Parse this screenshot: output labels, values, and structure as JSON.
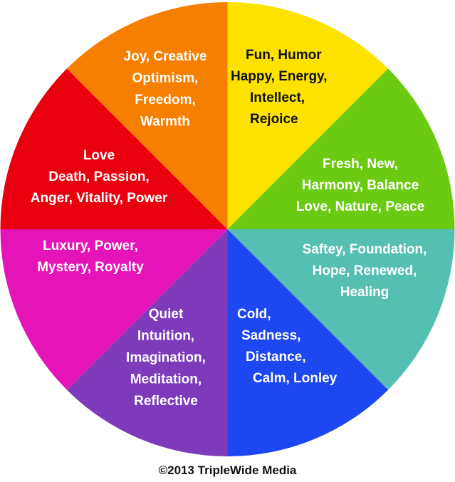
{
  "segments": [
    {
      "id": "yellow",
      "color": "#fde200",
      "text_color": "#111111",
      "lines": [
        "Fun, Humor",
        "Happy, Energy,",
        "Intellect,",
        "Rejoice"
      ]
    },
    {
      "id": "green",
      "color": "#6acb12",
      "text_color": "#ffffff",
      "lines": [
        "Fresh, New,",
        "Harmony, Balance",
        "Love, Nature, Peace"
      ]
    },
    {
      "id": "teal",
      "color": "#55bfb1",
      "text_color": "#ffffff",
      "lines": [
        "Saftey, Foundation,",
        "Hope, Renewed,",
        "Healing"
      ]
    },
    {
      "id": "blue",
      "color": "#1d47f0",
      "text_color": "#ffffff",
      "lines": [
        "Cold,",
        "Sadness,",
        "Distance,",
        "Calm, Lonley"
      ]
    },
    {
      "id": "purple",
      "color": "#7d3bbb",
      "text_color": "#ffffff",
      "lines": [
        "Quiet",
        "Intuition,",
        "Imagination,",
        "Meditation,",
        "Reflective"
      ]
    },
    {
      "id": "magenta",
      "color": "#e414b8",
      "text_color": "#ffffff",
      "lines": [
        "Luxury, Power,",
        "Mystery, Royalty"
      ]
    },
    {
      "id": "red",
      "color": "#e8000f",
      "text_color": "#ffffff",
      "lines": [
        "Love",
        "Death, Passion,",
        "Anger, Vitality, Power"
      ]
    },
    {
      "id": "orange",
      "color": "#f77f00",
      "text_color": "#ffffff",
      "lines": [
        "Joy, Creative",
        "Optimism,",
        "Freedom,",
        "Warmth"
      ]
    }
  ],
  "caption": "©2013 TripleWide Media"
}
